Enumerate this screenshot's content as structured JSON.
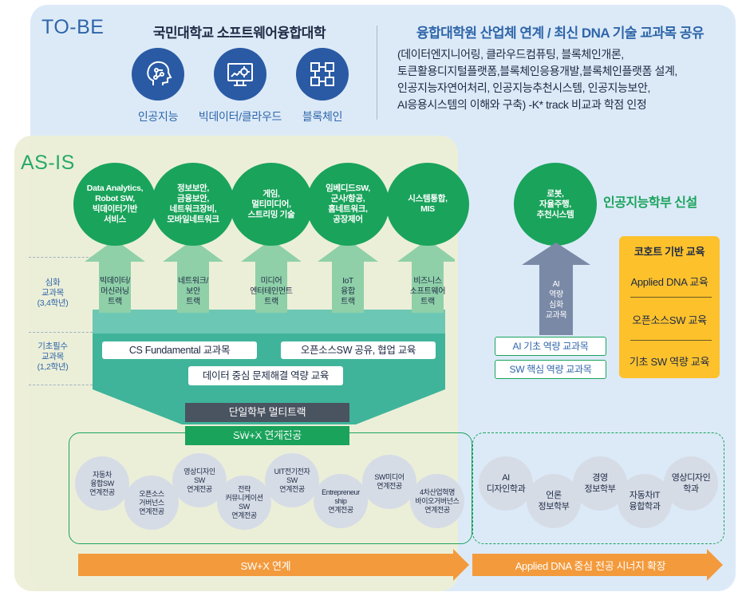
{
  "tobe": {
    "label": "TO-BE",
    "university_title": "국민대학교 소프트웨어융합대학",
    "icons": [
      {
        "icon": "ai-head-icon",
        "label": "인공지능"
      },
      {
        "icon": "monitor-gear-icon",
        "label": "빅데이터/클라우드"
      },
      {
        "icon": "blockchain-cubes-icon",
        "label": "블록체인"
      }
    ],
    "grad_title": "융합대학원 산업체 연계 / 최신 DNA 기술 교과목 공유",
    "grad_desc": [
      "(데이터엔지니어링, 클라우드컴퓨팅, 블록체인개론,",
      "토큰활용디지털플랫폼,블록체인응용개발,블록체인플랫폼 설계,",
      "인공지능자연어처리, 인공지능추천시스템, 인공지능보안,",
      "AI응용시스템의 이해와 구축) -K* track 비교과 학점 인정"
    ]
  },
  "asis": {
    "label": "AS-IS",
    "circles": [
      "Data Analytics,\nRobot SW,\n빅데이터기반\n서비스",
      "정보보안,\n금융보안,\n네트워크장비,\n모바일네트워크",
      "게임,\n멀티미디어,\n스트리밍 기술",
      "임베디드SW,\n군사/항공,\n홈네트워크,\n공장제어",
      "시스템통합,\nMIS"
    ],
    "tracks": [
      "빅데이터/\n머신러닝\n트랙",
      "네트워크/\n보안\n트랙",
      "미디어\n엔터테인먼트\n트랙",
      "IoT\n융합\n트랙",
      "비즈니스\n소프트웨어\n트랙"
    ],
    "level_advanced": "심화\n교과목\n(3,4학년)",
    "level_basic": "기초필수\n교과목\n(1,2학년)",
    "cs_fundamental": "CS Fundamental 교과목",
    "opensource_share": "오픈소스SW 공유, 협업 교육",
    "data_problem": "데이터 중심 문제해결 역량 교육",
    "single_multitrack": "단일학부 멀티트랙",
    "swx_major": "SW+X 연계전공",
    "linked_majors": [
      "자동차\n융합SW\n연계전공",
      "오픈소스\n거버넌스\n연계전공",
      "영상디자인\nSW\n연계전공",
      "전략\n커뮤니케이션\nSW\n연계전공",
      "UIT전기전자\nSW\n연계전공",
      "Entrepreneur\nship\n연계전공",
      "SW미디어\n연계전공",
      "4차산업혁명\n바이오거버넌스\n연계전공"
    ]
  },
  "ai_school": {
    "title": "인공지능학부 신설",
    "circle": "로봇,\n자율주행,\n추천시스템",
    "arrow": "AI\n역량\n심화\n교과목",
    "ai_basic": "AI 기초 역량 교과목",
    "sw_core": "SW 핵심 역량 교과목"
  },
  "cohort": {
    "title": "코호트 기반 교육",
    "items": [
      "Applied DNA 교육",
      "오픈소스SW 교육",
      "기초 SW 역량 교육"
    ]
  },
  "synergy_depts": [
    "AI\n디자인학과",
    "언론\n정보학부",
    "경영\n정보학부",
    "자동차IT\n융합학과",
    "영상디자인\n학과"
  ],
  "bottom": {
    "swx_link": "SW+X 연계",
    "applied_dna": "Applied DNA 중심 전공 시너지 확장"
  },
  "colors": {
    "tobe_bg": "#dceaf8",
    "asis_bg": "#eceed7",
    "green": "#1aa35b",
    "blue": "#2a5aa4",
    "orange": "#f39a3c",
    "yellow": "#fdc12c",
    "dark": "#4a5360"
  }
}
